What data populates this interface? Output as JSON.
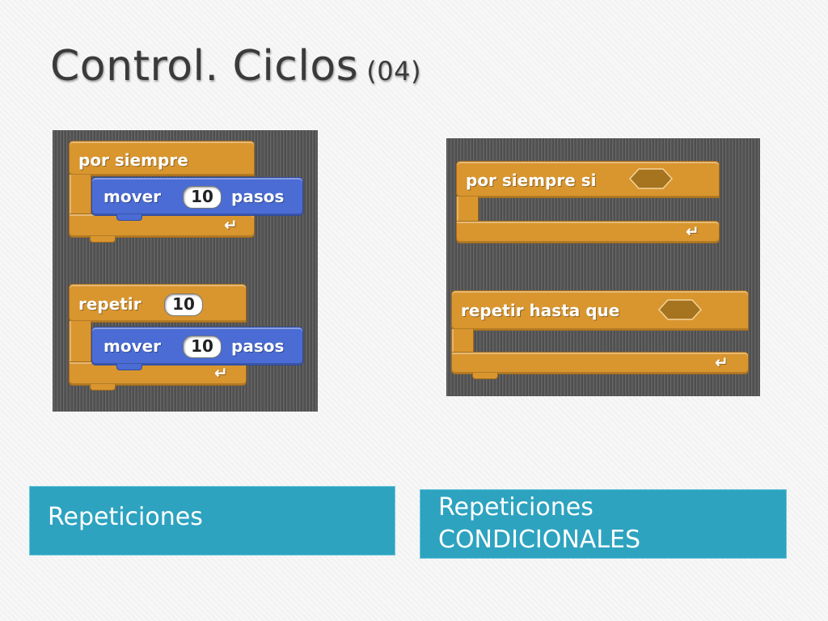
{
  "slide": {
    "title": "Control. Ciclos",
    "title_suffix": "(04)"
  },
  "blocks": {
    "forever": {
      "label": "por siempre"
    },
    "forever_move": {
      "label": "mover",
      "value": "10",
      "unit": "pasos"
    },
    "repeat": {
      "label": "repetir",
      "value": "10"
    },
    "repeat_move": {
      "label": "mover",
      "value": "10",
      "unit": "pasos"
    },
    "forever_if": {
      "label": "por siempre si"
    },
    "repeat_until": {
      "label": "repetir hasta que"
    }
  },
  "captions": {
    "left": "Repeticiones",
    "right_line1": "Repeticiones",
    "right_line2": "CONDICIONALES"
  },
  "colors": {
    "control_block": "#d9962f",
    "motion_block": "#4a6cd4",
    "caption_background": "#2da3c0",
    "script_area": "#5a5a5a"
  },
  "icons": {
    "loop_arrow": "↵"
  }
}
